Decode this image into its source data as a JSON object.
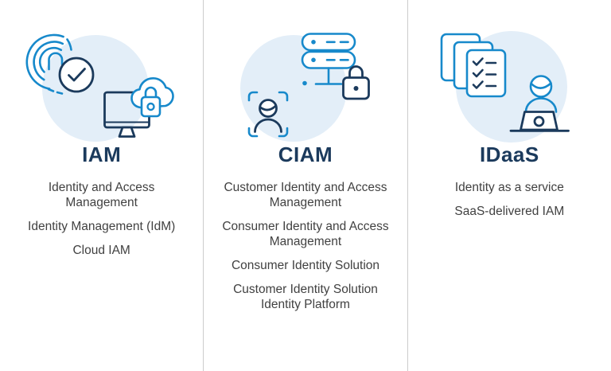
{
  "colors": {
    "accent_blue": "#1789cb",
    "navy": "#1b3a5c",
    "circle_bg": "#e3eef8",
    "body_text": "#414141",
    "divider": "#cccccc",
    "background": "#ffffff"
  },
  "columns": [
    {
      "title": "IAM",
      "icons": [
        "fingerprint-icon",
        "checkmark-circle-icon",
        "monitor-icon",
        "cloud-icon",
        "padlock-icon"
      ],
      "terms": [
        "Identity and Access\nManagement",
        "Identity Management (IdM)",
        "Cloud IAM"
      ]
    },
    {
      "title": "CIAM",
      "icons": [
        "server-icon",
        "padlock-icon",
        "face-scan-icon"
      ],
      "terms": [
        "Customer Identity and Access\nManagement",
        "Consumer Identity and Access\nManagement",
        "Consumer Identity Solution",
        "Customer Identity Solution\nIdentity Platform"
      ]
    },
    {
      "title": "IDaaS",
      "icons": [
        "checklist-documents-icon",
        "person-at-laptop-icon"
      ],
      "terms": [
        "Identity as a service",
        "SaaS-delivered IAM"
      ]
    }
  ]
}
